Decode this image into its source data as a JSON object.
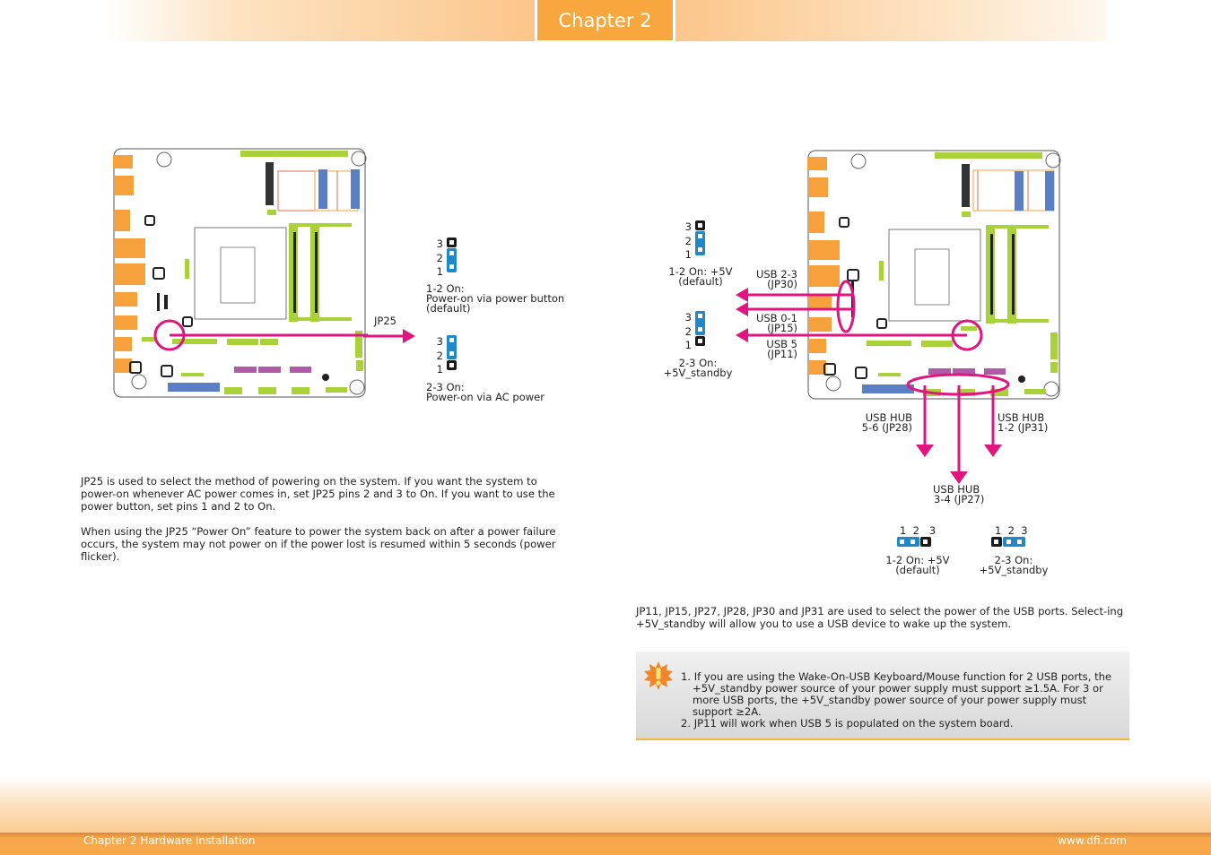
{
  "header": {
    "chapter_tab": "Chapter 2"
  },
  "footer": {
    "left": "Chapter 2 Hardware Installation",
    "right": "www.dfi.com"
  },
  "colors": {
    "accent": "#f8a73f",
    "jumper_on": "#1e88c8",
    "jumper_off": "#1a1a1a",
    "pointer": "#e0157f",
    "note_border": "#f2b834"
  },
  "jp25": {
    "label": "JP25",
    "setting_a": {
      "pins": [
        "3",
        "2",
        "1"
      ],
      "caption": "1-2 On:",
      "desc": "Power-on via power button",
      "note": "(default)"
    },
    "setting_b": {
      "pins": [
        "3",
        "2",
        "1"
      ],
      "caption": "2-3 On:",
      "desc": "Power-on via AC power"
    },
    "paragraph1": "JP25 is used to select the method of powering on the system. If you want the system to power-on whenever AC power comes in, set JP25 pins 2 and 3 to On. If you want to use the power button, set pins 1 and 2 to On.",
    "paragraph2": "When using the JP25 “Power On” feature to power the system back on after a power failure occurs, the system may not power on if the power lost is resumed within 5 seconds (power flicker)."
  },
  "usb": {
    "vertical_a": {
      "pins": [
        "3",
        "2",
        "1"
      ],
      "caption": "1-2 On: +5V",
      "note": "(default)"
    },
    "vertical_b": {
      "pins": [
        "3",
        "2",
        "1"
      ],
      "caption": "2-3 On:",
      "note": "+5V_standby"
    },
    "labels": {
      "usb23": "USB 2-3",
      "jp30": "(JP30)",
      "usb01": "USB 0-1",
      "jp15": "(JP15)",
      "usb5": "USB 5",
      "jp11": "(JP11)",
      "hub56_a": "USB HUB",
      "hub56_b": "5-6 (JP28)",
      "hub12_a": "USB HUB",
      "hub12_b": "1-2 (JP31)",
      "hub34_a": "USB HUB",
      "hub34_b": "3-4 (JP27)"
    },
    "horizontal_a": {
      "pins": "1  2   3",
      "caption": "1-2 On: +5V",
      "note": "(default)"
    },
    "horizontal_b": {
      "pins": "1  2  3",
      "caption": "2-3 On:",
      "note": "+5V_standby"
    },
    "paragraph": "JP11, JP15, JP27, JP28, JP30 and JP31 are used to select the power of the USB ports. Select-ing +5V_standby will allow you to use a USB device to wake up the system.",
    "notes": [
      "1. If you are using the Wake-On-USB Keyboard/Mouse function for 2 USB ports, the +5V_standby power source of your power supply must support ≥1.5A. For 3 or more USB ports, the +5V_standby power source of your power supply must support ≥2A.",
      "2. JP11 will work when USB 5 is populated on the system board."
    ]
  }
}
